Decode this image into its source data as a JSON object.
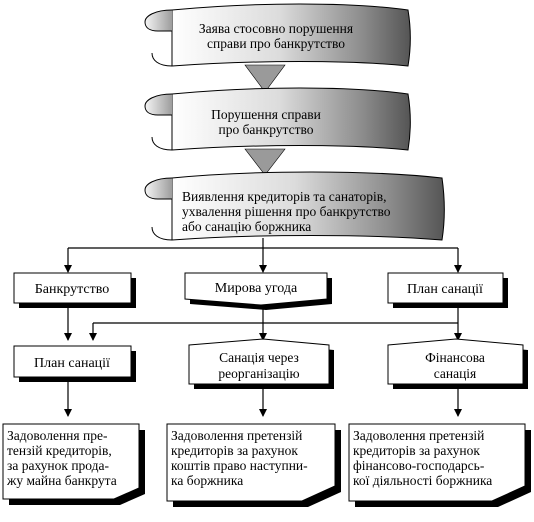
{
  "scrolls": [
    {
      "lines": [
        "Заява стосовно порушення",
        "справи про банкрутство"
      ]
    },
    {
      "lines": [
        "Порушення справи",
        "про банкрутство"
      ]
    },
    {
      "lines": [
        "Виявлення кредиторів та санаторів,",
        "ухвалення рішення про банкрутство",
        "або санацію боржника"
      ]
    }
  ],
  "level1": [
    {
      "label": "Банкрутство"
    },
    {
      "label": "Мирова угода"
    },
    {
      "label": "План санації"
    }
  ],
  "level2": [
    {
      "lines": [
        "План санації"
      ]
    },
    {
      "lines": [
        "Санація через",
        "реорганізацію"
      ]
    },
    {
      "lines": [
        "Фінансова",
        "санація"
      ]
    }
  ],
  "level3": [
    {
      "lines": [
        "Задоволення  пре-",
        "тензій  кредиторів,",
        "за рахунок  прода-",
        "жу майна банкрута"
      ]
    },
    {
      "lines": [
        "Задоволення претензій",
        "кредиторів  за  рахунок",
        "коштів право наступни-",
        "ка боржника"
      ]
    },
    {
      "lines": [
        "Задоволення  претензій",
        "кредиторів  за  рахунок",
        "фінансово-господарсь-",
        "кої діяльності боржника"
      ]
    }
  ],
  "colors": {
    "stroke": "#000000",
    "arrow_fill": "#9a9a9a",
    "shadow": "#000000",
    "box_fill": "#ffffff"
  }
}
